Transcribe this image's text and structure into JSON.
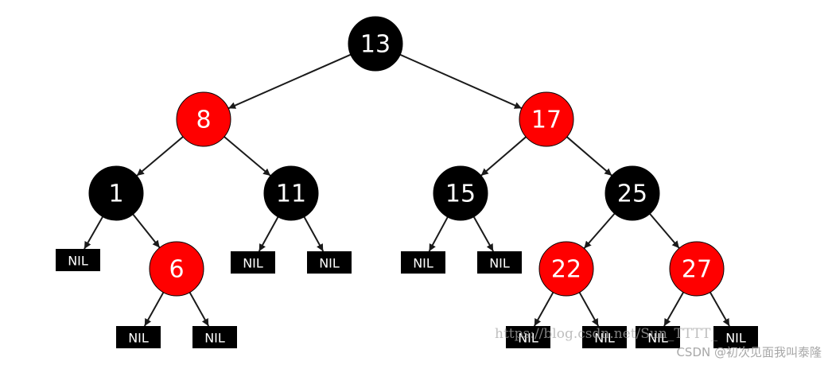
{
  "colors": {
    "red": "#ff0000",
    "black": "#000000",
    "edge": "#1a1a1a",
    "text": "#ffffff"
  },
  "nodes": [
    {
      "id": "n13",
      "label": "13",
      "color": "black"
    },
    {
      "id": "n8",
      "label": "8",
      "color": "red"
    },
    {
      "id": "n17",
      "label": "17",
      "color": "red"
    },
    {
      "id": "n1",
      "label": "1",
      "color": "black"
    },
    {
      "id": "n11",
      "label": "11",
      "color": "black"
    },
    {
      "id": "n15",
      "label": "15",
      "color": "black"
    },
    {
      "id": "n25",
      "label": "25",
      "color": "black"
    },
    {
      "id": "n6",
      "label": "6",
      "color": "red"
    },
    {
      "id": "n22",
      "label": "22",
      "color": "red"
    },
    {
      "id": "n27",
      "label": "27",
      "color": "red"
    }
  ],
  "nil_label": "NIL",
  "nils": [
    {
      "id": "nil1a",
      "parent": "n1"
    },
    {
      "id": "nil6a",
      "parent": "n6"
    },
    {
      "id": "nil6b",
      "parent": "n6"
    },
    {
      "id": "nil11a",
      "parent": "n11"
    },
    {
      "id": "nil11b",
      "parent": "n11"
    },
    {
      "id": "nil15a",
      "parent": "n15"
    },
    {
      "id": "nil15b",
      "parent": "n15"
    },
    {
      "id": "nil22a",
      "parent": "n22"
    },
    {
      "id": "nil22b",
      "parent": "n22"
    },
    {
      "id": "nil27a",
      "parent": "n27"
    },
    {
      "id": "nil27b",
      "parent": "n27"
    }
  ],
  "edges": [
    [
      "n13",
      "n8"
    ],
    [
      "n13",
      "n17"
    ],
    [
      "n8",
      "n1"
    ],
    [
      "n8",
      "n11"
    ],
    [
      "n17",
      "n15"
    ],
    [
      "n17",
      "n25"
    ],
    [
      "n1",
      "nil1a"
    ],
    [
      "n1",
      "n6"
    ],
    [
      "n6",
      "nil6a"
    ],
    [
      "n6",
      "nil6b"
    ],
    [
      "n11",
      "nil11a"
    ],
    [
      "n11",
      "nil11b"
    ],
    [
      "n15",
      "nil15a"
    ],
    [
      "n15",
      "nil15b"
    ],
    [
      "n25",
      "n22"
    ],
    [
      "n25",
      "n27"
    ],
    [
      "n22",
      "nil22a"
    ],
    [
      "n22",
      "nil22b"
    ],
    [
      "n27",
      "nil27a"
    ],
    [
      "n27",
      "nil27b"
    ]
  ],
  "watermark": {
    "url": "https://blog.csdn.net/Sun_TTTT_",
    "credit": "CSDN @初次见面我叫泰隆"
  }
}
